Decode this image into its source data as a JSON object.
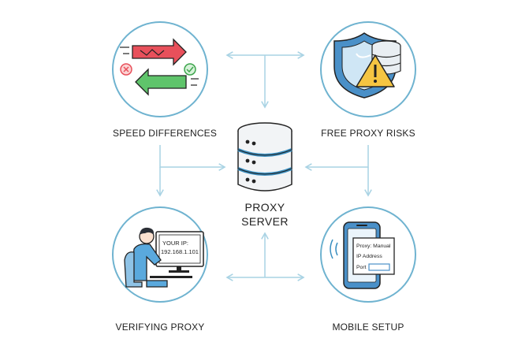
{
  "nodes": {
    "speed": {
      "label": "SPEED DIFFERENCES"
    },
    "risks": {
      "label": "FREE PROXY RISKS"
    },
    "verify": {
      "label": "VERIFYING PROXY",
      "screen_line1": "YOUR IP:",
      "screen_line2": "192.168.1.101"
    },
    "mobile": {
      "label": "MOBILE SETUP",
      "screen_line1": "Proxy: Manual",
      "screen_line2": "IP Address",
      "screen_line3": "Port"
    },
    "server": {
      "label_line1": "PROXY",
      "label_line2": "SERVER"
    }
  },
  "colors": {
    "circle_stroke": "#6fb3d0",
    "connector": "#a9d3e4",
    "server_accent": "#3a8fc1",
    "arrow_red": "#e8505b",
    "arrow_green": "#5fc46b",
    "shield_blue": "#4a90c8",
    "warning_yellow": "#f5c542",
    "person_blue": "#5aa9dd"
  }
}
